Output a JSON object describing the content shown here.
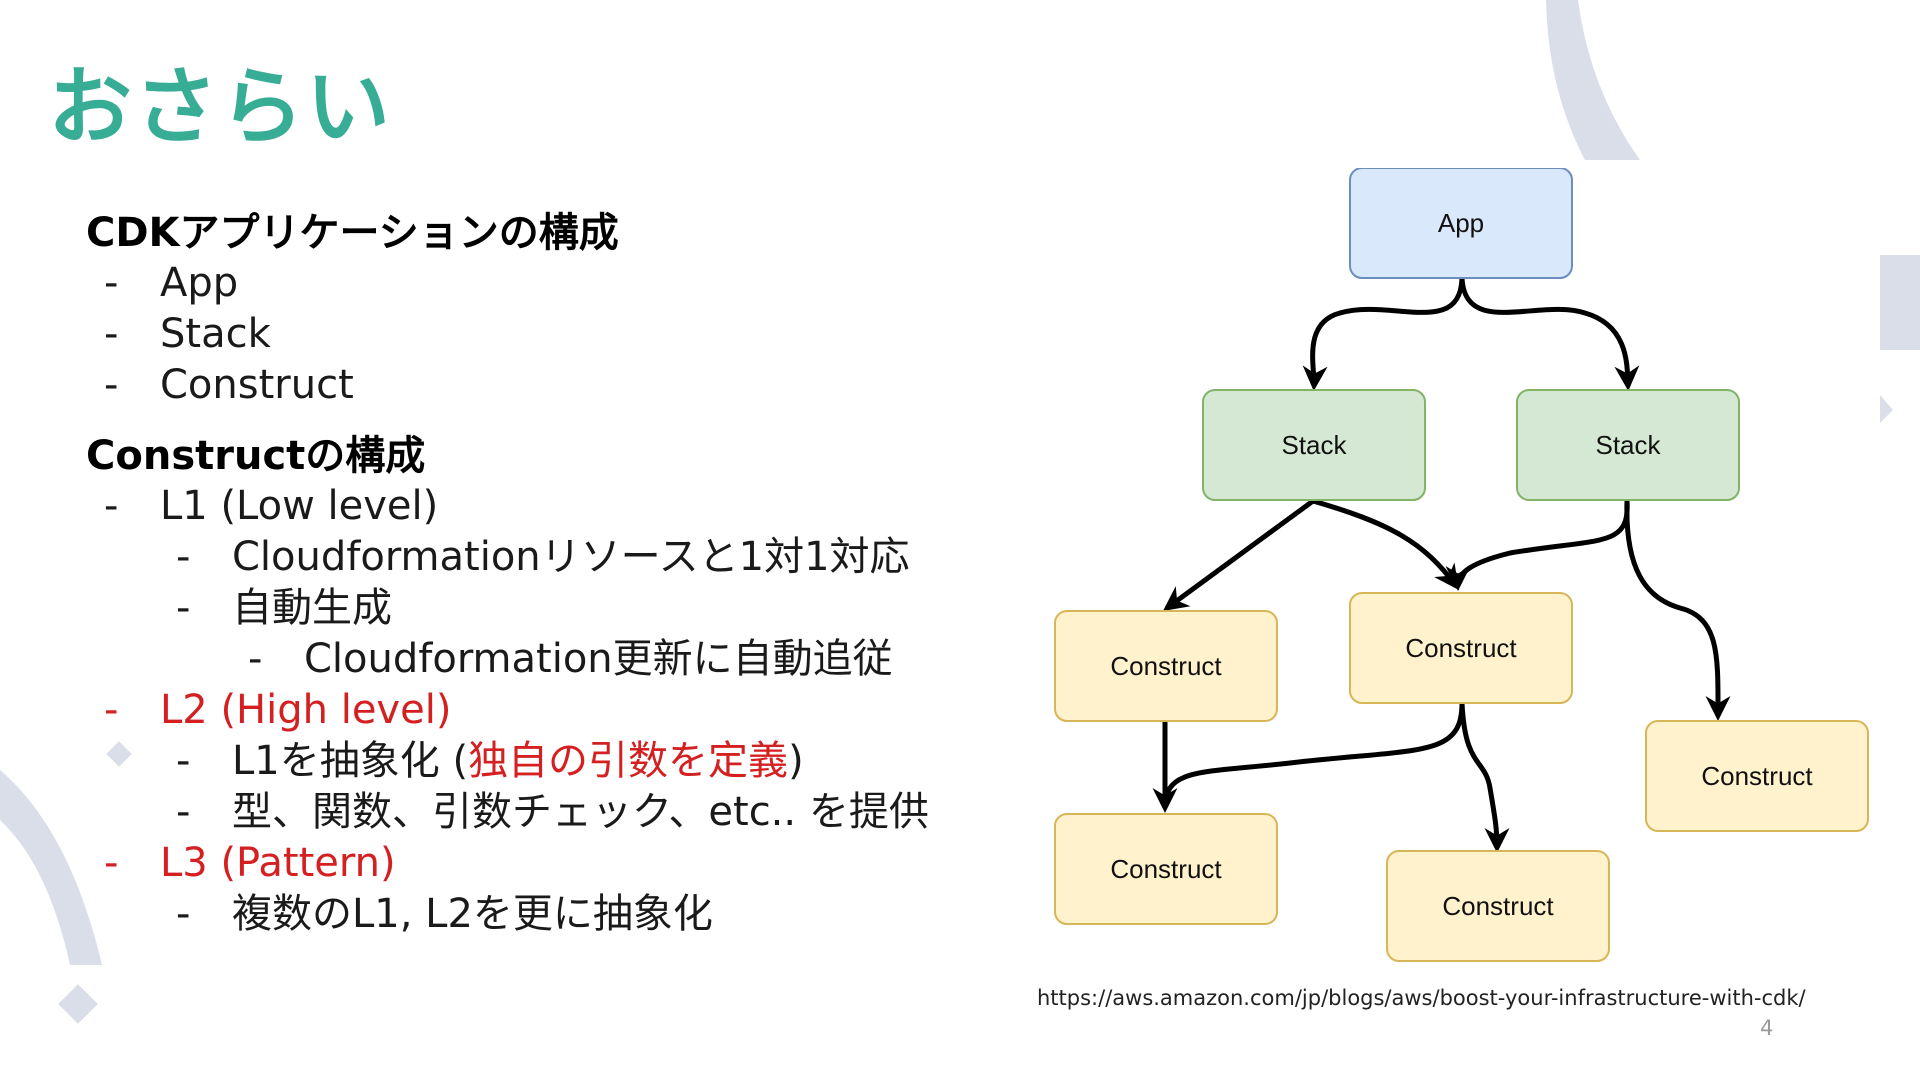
{
  "slide": {
    "title": "おさらい",
    "page_number": "4",
    "source_url": "https://aws.amazon.com/jp/blogs/aws/boost-your-infrastructure-with-cdk/"
  },
  "colors": {
    "title": "#38ad96",
    "highlight_red": "#d42020",
    "app_fill": "#dae8fc",
    "app_border": "#6c8ebf",
    "stack_fill": "#d5e8d4",
    "stack_border": "#82b366",
    "construct_fill": "#fff2cc",
    "construct_border": "#d6b656",
    "decoration": "#d9dee8"
  },
  "outline": {
    "section1_heading": "CDKアプリケーションの構成",
    "section1_items": [
      "App",
      "Stack",
      "Construct"
    ],
    "section2_heading": "Constructの構成",
    "l1_label": "L1 (Low level)",
    "l1_sub1": "Cloudformationリソースと1対1対応",
    "l1_sub2": "自動生成",
    "l1_sub2_sub": "Cloudformation更新に自動追従",
    "l2_label": "L2 (High level)",
    "l2_sub1_prefix": "L1を抽象化 (",
    "l2_sub1_highlight": "独自の引数を定義",
    "l2_sub1_suffix": ")",
    "l2_sub2": "型、関数、引数チェック、etc.. を提供",
    "l3_label": "L3 (Pattern)",
    "l3_sub1": "複数のL1, L2を更に抽象化",
    "dash": "-"
  },
  "diagram": {
    "app": "App",
    "stack_left": "Stack",
    "stack_right": "Stack",
    "construct_a": "Construct",
    "construct_b": "Construct",
    "construct_c": "Construct",
    "construct_d": "Construct",
    "construct_e": "Construct"
  }
}
